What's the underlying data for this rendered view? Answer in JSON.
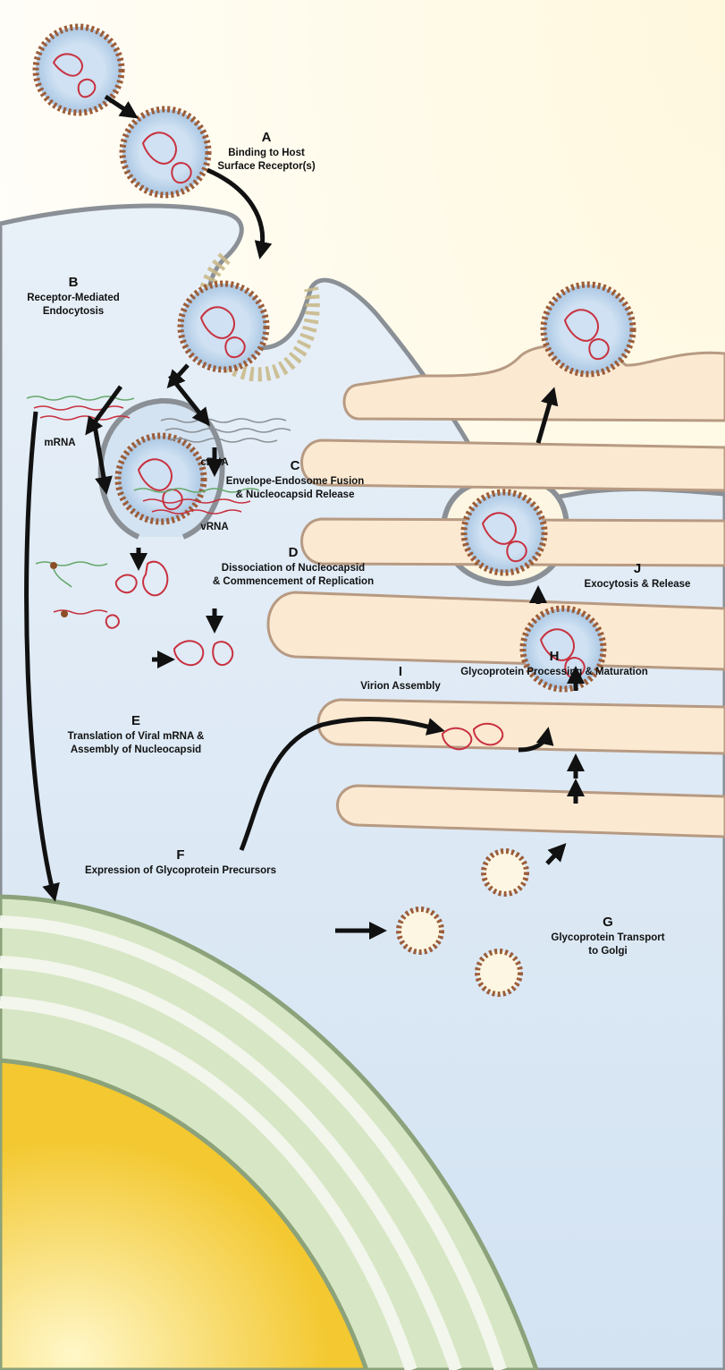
{
  "stages": [
    {
      "letter": "A",
      "lines": [
        "Binding to Host",
        "Surface Receptor(s)"
      ]
    },
    {
      "letter": "B",
      "lines": [
        "Receptor-Mediated",
        "Endocytosis"
      ]
    },
    {
      "letter": "C",
      "lines": [
        "Envelope-Endosome Fusion",
        "& Nucleocapsid Release"
      ]
    },
    {
      "letter": "D",
      "lines": [
        "Dissociation of Nucleocapsid",
        "& Commencement of Replication"
      ]
    },
    {
      "letter": "E",
      "lines": [
        "Translation of Viral mRNA &",
        "Assembly of Nucleocapsid"
      ]
    },
    {
      "letter": "F",
      "lines": [
        "Expression of Glycoprotein Precursors"
      ]
    },
    {
      "letter": "G",
      "lines": [
        "Glycoprotein Transport",
        "to Golgi"
      ]
    },
    {
      "letter": "H",
      "lines": [
        "Glycoprotein Processing & Maturation"
      ]
    },
    {
      "letter": "I",
      "lines": [
        "Virion Assembly"
      ]
    },
    {
      "letter": "J",
      "lines": [
        "Exocytosis & Release"
      ]
    }
  ],
  "rna_labels": {
    "mrna": "mRNA",
    "crna": "cRNA",
    "vrna": "vRNA"
  },
  "colors": {
    "background_top": "#fdf9e4",
    "cytoplasm": "#d9e8f5",
    "membrane": "#8a9096",
    "golgi_fill": "#fbe9d2",
    "golgi_edge": "#b79a82",
    "er_fill": "#d7e6c4",
    "er_edge": "#8ba27a",
    "nucleus": "#f6d24b",
    "virion_core": "#bcd5ec",
    "nucleocapsid": "#c8313f",
    "rna_green": "#66a86b",
    "arrow": "#111111"
  }
}
